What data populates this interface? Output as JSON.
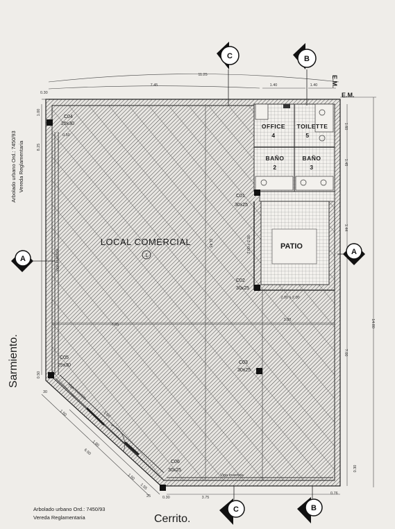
{
  "street_bottom": "Cerrito.",
  "street_left": "Sarmiento.",
  "note_side_1": "Arbolado urbano Ord.: 7450/93",
  "note_side_2": "Vereda Reglamentaria",
  "note_bottom_1": "Arbolado urbano Ord.: 7450/93",
  "note_bottom_2": "Vereda Reglamentaria",
  "sections": {
    "A": "A",
    "B": "B",
    "C": "C"
  },
  "em_top": "E.M.",
  "em_right": "E.M.",
  "rooms": {
    "local": "LOCAL COMERCIAL",
    "local_num": "1",
    "office": "OFFICE",
    "office_num": "4",
    "toilette": "TOILETTE",
    "toilette_num": "5",
    "bano_a": "BAÑO",
    "bano_a_num": "2",
    "bano_b": "BAÑO",
    "bano_b_num": "3",
    "patio": "PATIO"
  },
  "columns": {
    "c01": "C01",
    "c01_size": "30x25",
    "c02": "C02",
    "c02_size": "30x25",
    "c03": "C03",
    "c03_size": "30x25",
    "c04": "C04",
    "c04_size": "25x30",
    "c05": "C05",
    "c05_size": "25x30",
    "c06": "C06",
    "c06_size": "30x25"
  },
  "beams": {
    "left": "Viga Invertida",
    "diagonal": "Viga Invertida",
    "bottom": "Viga Invertida"
  },
  "patio_dim_h": "2.00 x 2.00",
  "patio_dim_v": "2.00 x 2.00",
  "dims": {
    "top_total": "11.25",
    "top_left": "7.45",
    "top_mid": "1.40",
    "top_right": "1.40",
    "top_wall": "0.30",
    "left_top": "1.00",
    "left_mid": "8.25",
    "left_wall": "0.50",
    "left_lower": "0.50",
    "center_vertical": "11.45",
    "mid_left": "7.65",
    "mid_right": "3.80",
    "right_1": "1.60",
    "right_2": "1.45",
    "right_3": "1.44",
    "right_4": "7.00",
    "right_total": "14.80",
    "right_bottom": "0.30",
    "bottom_1": "0.30",
    "bottom_2": "3.75",
    "bottom_3": "0.76",
    "diag_1": "1.50",
    "diag_2": "1.80",
    "diag_3": "1.50",
    "diag_4": "6.50",
    "diag_5": "1.55",
    "diag_6": "30",
    "diag_7": "25",
    "diag_8": "1.60"
  }
}
